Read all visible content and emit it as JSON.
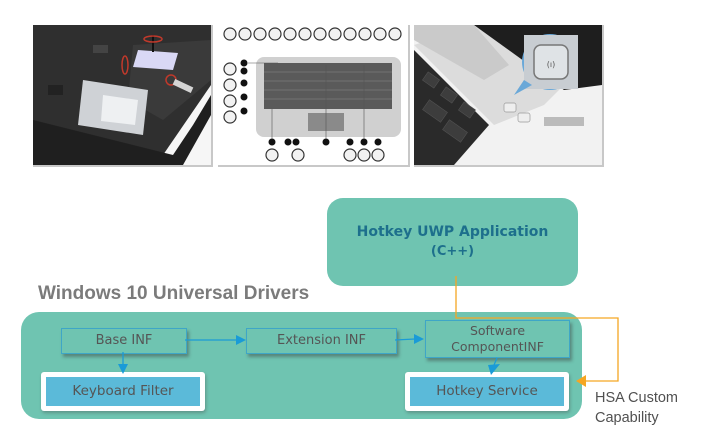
{
  "images": [
    {
      "id": "photo-hdd",
      "description": "Laptop underside with hard drive bay and sensor"
    },
    {
      "id": "photo-keyboard-diagram",
      "description": "Laptop keyboard hotkey callout diagram"
    },
    {
      "id": "photo-wireless-button",
      "description": "Laptop wireless button close-up"
    }
  ],
  "app": {
    "title": "Hotkey UWP Application",
    "subtitle": "(C++)"
  },
  "section_title": "Windows 10 Universal Drivers",
  "infs": {
    "base": "Base INF",
    "extension": "Extension INF",
    "software_line1": "Software",
    "software_line2": "ComponentINF"
  },
  "components": {
    "keyboard_filter": "Keyboard Filter",
    "hotkey_service": "Hotkey Service"
  },
  "capability": {
    "line1": "HSA Custom",
    "line2": "Capability"
  },
  "colors": {
    "teal": "#6fc4b1",
    "blue_box": "#5bbad9",
    "arrow_blue": "#1a9bd7",
    "orange": "#f5a623",
    "title_blue": "#1d6f8c",
    "section_gray": "#7b7b7b"
  }
}
